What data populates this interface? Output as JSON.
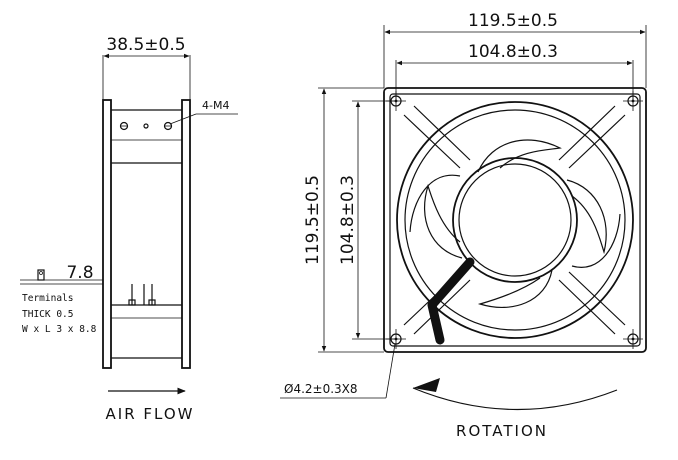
{
  "side_view": {
    "width_dim": "38.5±0.5",
    "mount_label": "4-M4",
    "terminal_dim": "7.8",
    "terminal_notes": [
      "Terminals",
      "THICK 0.5",
      "W x L 3 x 8.8"
    ],
    "airflow_label": "AIR FLOW"
  },
  "front_view": {
    "outer_width_dim": "119.5±0.5",
    "hole_spacing_width_dim": "104.8±0.3",
    "outer_height_dim": "119.5±0.5",
    "hole_spacing_height_dim": "104.8±0.3",
    "hole_dim": "Ø4.2±0.3X8",
    "rotation_label": "ROTATION"
  },
  "colors": {
    "line": "#111111",
    "background": "#ffffff"
  }
}
